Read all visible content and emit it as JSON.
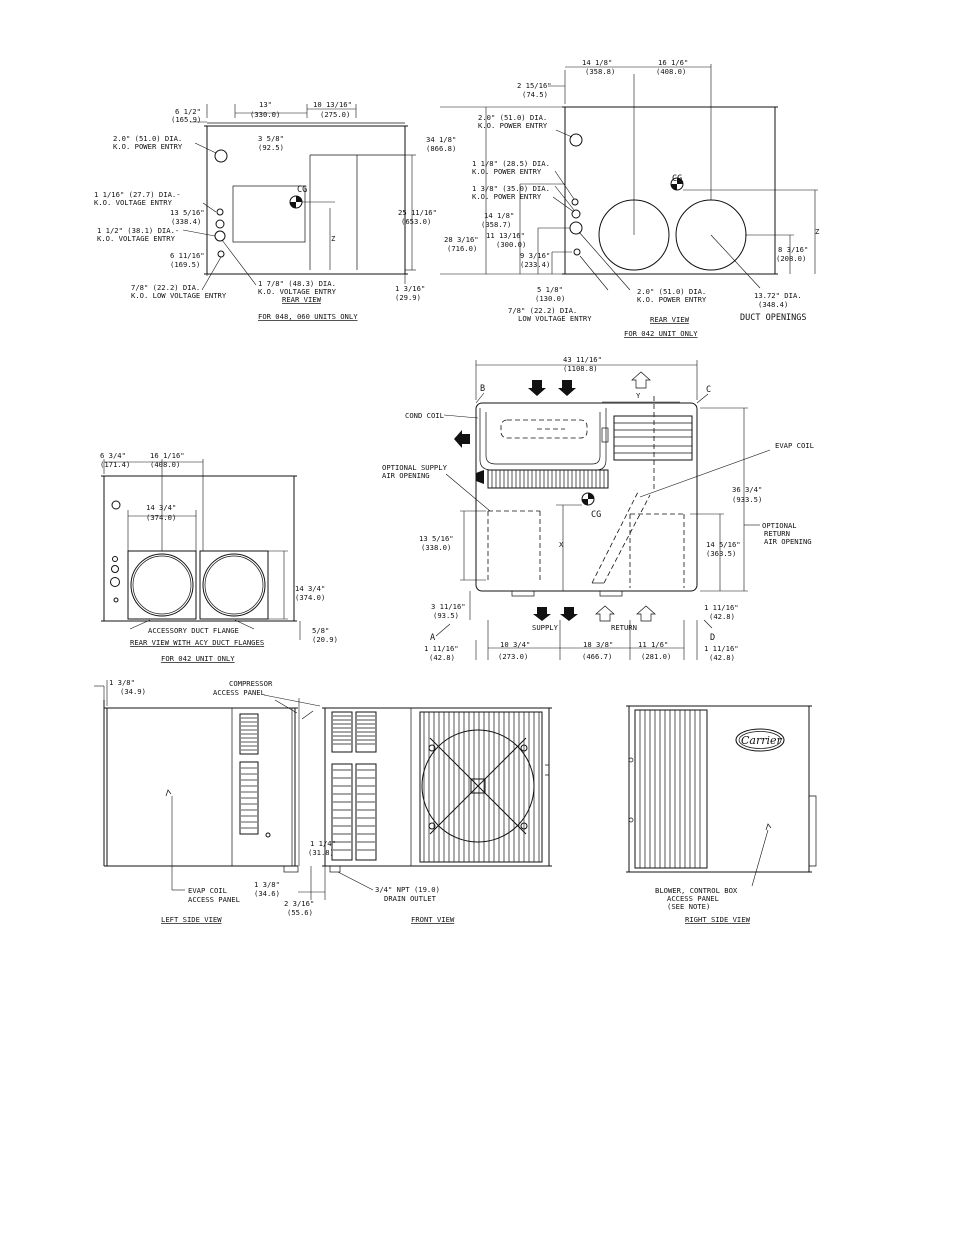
{
  "v1": {
    "d_6_1_2": "6 1/2\"",
    "d_6_1_2_mm": "(165.9)",
    "d_13": "13\"",
    "d_13_mm": "(330.0)",
    "d_10_13_16": "10 13/16\"",
    "d_10_13_16_mm": "(275.0)",
    "d_3_5_8": "3 5/8\"",
    "d_3_5_8_mm": "(92.5)",
    "power_1": "2.0\" (51.0) DIA.",
    "power_2": "K.O. POWER ENTRY",
    "cg": "CG",
    "volt_a1": "1 1/16\" (27.7) DIA.-",
    "volt_a2": "K.O. VOLTAGE ENTRY",
    "d_13_5_16": "13 5/16\"",
    "d_13_5_16_mm": "(338.4)",
    "volt_b1": "1 1/2\" (38.1) DIA.-",
    "volt_b2": "K.O. VOLTAGE ENTRY",
    "d_6_11_16": "6 11/16\"",
    "d_6_11_16_mm": "(169.5)",
    "z": "Z",
    "d_25_11_16": "25 11/16\"",
    "d_25_11_16_mm": "(653.0)",
    "lv_1": "7/8\" (22.2) DIA.",
    "lv_2": "K.O. LOW VOLTAGE ENTRY",
    "kv_1": "1 7/8\" (48.3) DIA.",
    "kv_2": "K.O. VOLTAGE ENTRY",
    "d_1_3_16": "1 3/16\"",
    "d_1_3_16_mm": "(29.9)",
    "caption": "REAR VIEW",
    "note": "FOR 048, 060 UNITS ONLY"
  },
  "v2": {
    "d_14_1_8": "14 1/8\"",
    "d_14_1_8_mm": "(358.8)",
    "d_16_1_6": "16 1/6\"",
    "d_16_1_6_mm": "(408.0)",
    "d_2_15_16": "2 15/16\"",
    "d_2_15_16_mm": "(74.5)",
    "power_1": "2.0\" (51.0) DIA.",
    "power_2": "K.O. POWER ENTRY",
    "d_34_1_8": "34 1/8\"",
    "d_34_1_8_mm": "(866.8)",
    "p28_1": "1 1/8\" (28.5) DIA.",
    "p28_2": "K.O. POWER ENTRY",
    "p35_1": "1 3/8\" (35.0) DIA.",
    "p35_2": "K.O. POWER ENTRY",
    "cg": "CG",
    "d_14_1_8b": "14 1/8\"",
    "d_14_1_8b_mm": "(358.7)",
    "d_28_3_16": "28 3/16\"",
    "d_28_3_16_mm": "(716.0)",
    "d_11_13_16": "11 13/16\"",
    "d_11_13_16_mm": "(300.0)",
    "d_9_3_16": "9 3/16\"",
    "d_9_3_16_mm": "(233.4)",
    "z": "Z",
    "d_8_3_16": "8 3/16\"",
    "d_8_3_16_mm": "(208.0)",
    "d_5_1_8": "5 1/8\"",
    "d_5_1_8_mm": "(130.0)",
    "lv_1": "7/8\" (22.2) DIA.",
    "lv_2": "LOW VOLTAGE ENTRY",
    "p51_1": "2.0\" (51.0) DIA.",
    "p51_2": "K.O. POWER ENTRY",
    "duct_1": "13.72\" DIA.",
    "duct_2": "(348.4)",
    "duct_3": "DUCT OPENINGS",
    "caption": "REAR VIEW",
    "note": "FOR 042 UNIT ONLY"
  },
  "v3": {
    "d_6_3_4": "6 3/4\"",
    "d_6_3_4_mm": "(171.4)",
    "d_16_1_16": "16 1/16\"",
    "d_16_1_16_mm": "(408.0)",
    "d_14_3_4": "14 3/4\"",
    "d_14_3_4_mm": "(374.0)",
    "d_14_3_4b": "14 3/4\"",
    "d_14_3_4b_mm": "(374.0)",
    "flange": "ACCESSORY DUCT FLANGE",
    "d_5_8": "5/8\"",
    "d_5_8_mm": "(20.9)",
    "caption": "REAR VIEW WITH ACY DUCT FLANGES",
    "note": "FOR 042 UNIT ONLY"
  },
  "v4": {
    "d_43": "43 11/16\"",
    "d_43_mm": "(1108.8)",
    "b": "B",
    "c": "C",
    "y": "Y",
    "a": "A",
    "d": "D",
    "x": "X",
    "cond": "COND COIL",
    "evap": "EVAP COIL",
    "opt_sup_1": "OPTIONAL SUPPLY",
    "opt_sup_2": "AIR OPENING",
    "cg": "CG",
    "d_36_3_4": "36 3/4\"",
    "d_36_3_4_mm": "(933.5)",
    "opt_ret_1": "OPTIONAL",
    "opt_ret_2": "RETURN",
    "opt_ret_3": "AIR OPENING",
    "d_13_5_16": "13 5/16\"",
    "d_13_5_16_mm": "(338.0)",
    "d_14_5_16": "14 5/16\"",
    "d_14_5_16_mm": "(363.5)",
    "d_3_11_16": "3 11/16\"",
    "d_3_11_16_mm": "(93.5)",
    "supply": "SUPPLY",
    "return": "RETURN",
    "d_1_11_16a": "1 11/16\"",
    "d_1_11_16a_mm": "(42.8)",
    "d_1_11_16b": "1 11/16\"",
    "d_1_11_16b_mm": "(42.8)",
    "d_1_11_16c": "1 11/16\"",
    "d_1_11_16c_mm": "(42.8)",
    "d_10_3_4": "10 3/4\"",
    "d_10_3_4_mm": "(273.0)",
    "d_18_3_8": "18 3/8\"",
    "d_18_3_8_mm": "(466.7)",
    "d_11_1_6": "11 1/6\"",
    "d_11_1_6_mm": "(281.0)"
  },
  "v5": {
    "d_1_3_8": "1 3/8\"",
    "d_1_3_8_mm": "(34.9)",
    "comp_1": "COMPRESSOR",
    "comp_2": "ACCESS PANEL",
    "d_1_1_4": "1 1/4\"",
    "d_1_1_4_mm": "(31.8)",
    "d_1_3_8b": "1 3/8\"",
    "d_1_3_8b_mm": "(34.6)",
    "evap_1": "EVAP COIL",
    "evap_2": "ACCESS PANEL",
    "d_2_3_16": "2 3/16\"",
    "d_2_3_16_mm": "(55.6)",
    "drain_1": "3/4\" NPT (19.0)",
    "drain_2": "DRAIN OUTLET",
    "cap_left": "LEFT SIDE VIEW",
    "cap_front": "FRONT VIEW"
  },
  "v6": {
    "brand": "Carrier",
    "blower_1": "BLOWER, CONTROL BOX",
    "blower_2": "ACCESS PANEL",
    "blower_3": "(SEE NOTE)",
    "caption": "RIGHT SIDE VIEW"
  }
}
